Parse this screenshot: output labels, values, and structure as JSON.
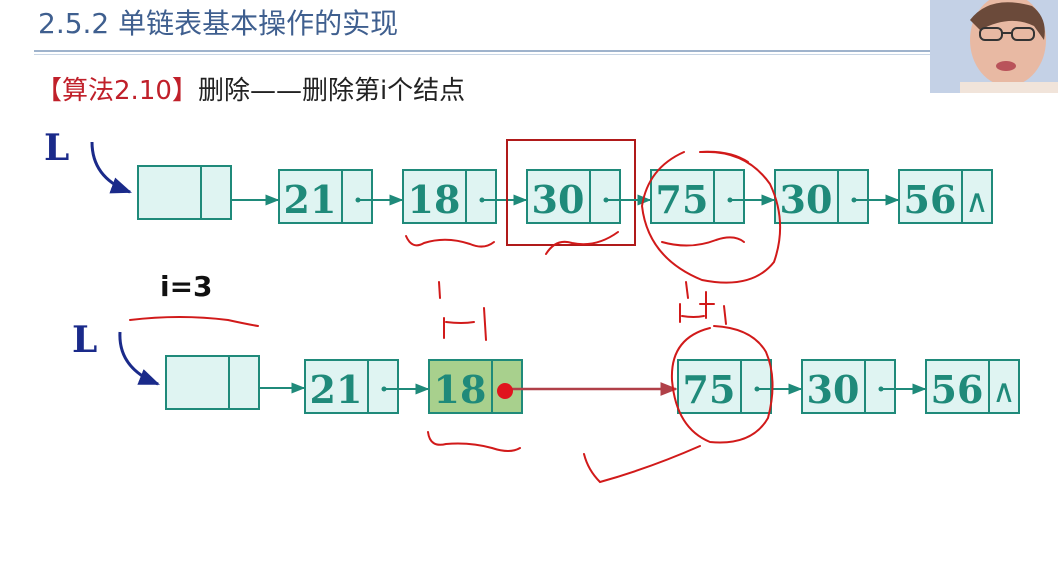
{
  "slide": {
    "title": "2.5.2 单链表基本操作的实现",
    "algorithm_bracket_open": "【",
    "algorithm_name": "算法2.10",
    "algorithm_bracket_close": "】",
    "algorithm_desc": "删除——删除第i个结点"
  },
  "diagram": {
    "head_label": "L",
    "index_label": "i=3",
    "null_symbol": "∧",
    "before": {
      "values": [
        "21",
        "18",
        "30",
        "75",
        "30",
        "56"
      ]
    },
    "after": {
      "values": [
        "21",
        "18",
        "75",
        "30",
        "56"
      ]
    }
  },
  "colors": {
    "node_border": "#1f8a7a",
    "node_fill": "#dff4f2",
    "highlight_fill": "#a8d08d",
    "title": "#3f5f8f",
    "ink_red": "#d11a1a",
    "box_red": "#b01a1a",
    "label_blue": "#1a2a8a"
  },
  "icons": {
    "webcam": "presenter-webcam-icon"
  }
}
